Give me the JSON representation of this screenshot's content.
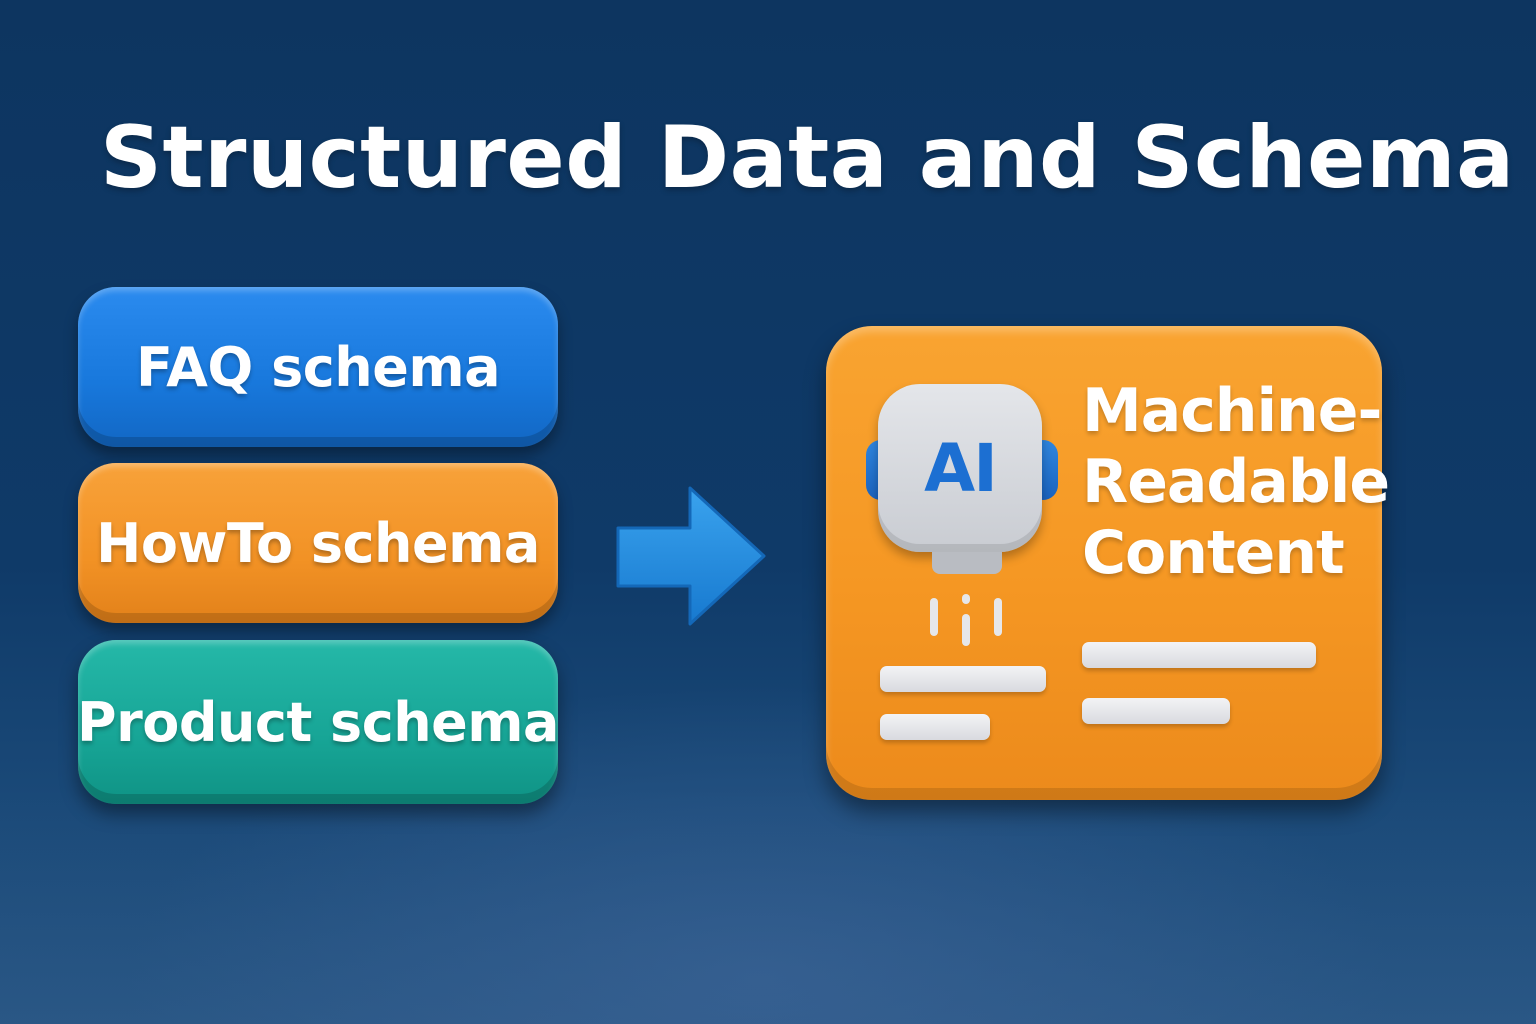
{
  "title": "Structured Data and Schema",
  "schemas": {
    "faq": "FAQ schema",
    "howto": "HowTo schema",
    "product": "Product schema"
  },
  "card": {
    "title_lines": [
      "Machine-",
      "Readable",
      "Content"
    ],
    "robot_label": "AI"
  },
  "colors": {
    "background": "#0f3a68",
    "faq_blue": "#1878dc",
    "howto_orange": "#f29225",
    "product_teal": "#17a596",
    "arrow_blue": "#1e8ee0",
    "card_orange": "#f59723"
  },
  "icons": {
    "arrow": "arrow-right-icon",
    "robot": "ai-robot-icon"
  }
}
